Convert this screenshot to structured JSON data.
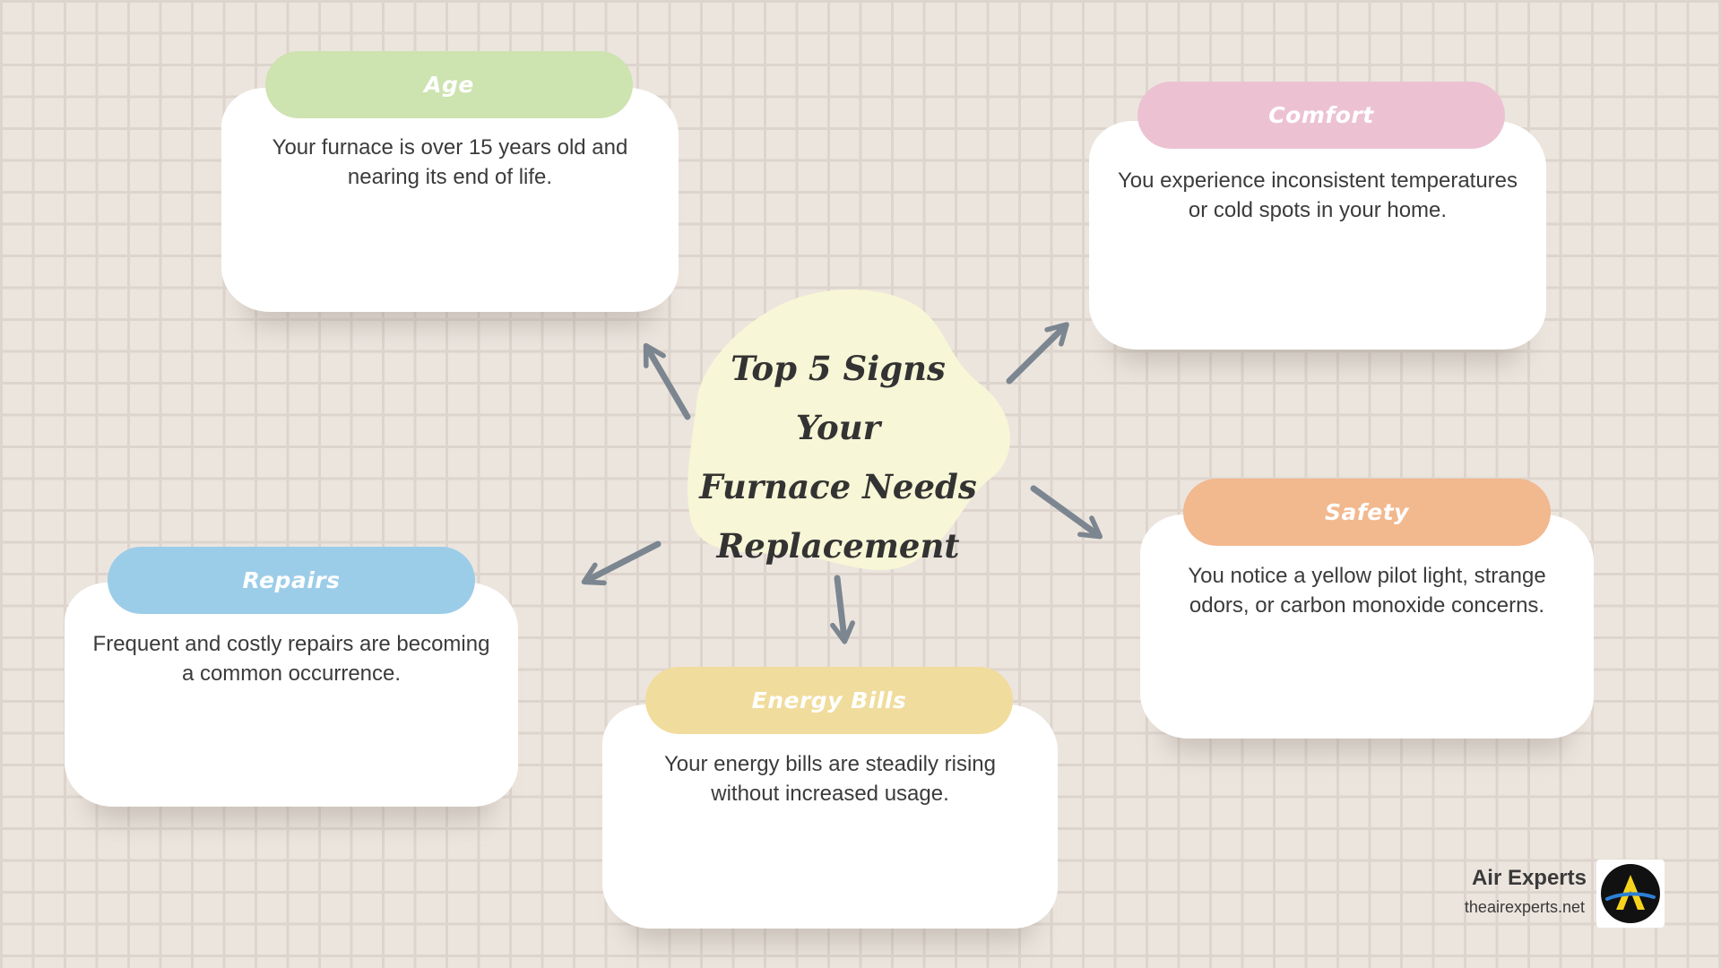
{
  "title": {
    "line1": "Top 5 Signs Your",
    "line2": "Furnace Needs",
    "line3": "Replacement"
  },
  "signs": [
    {
      "heading": "Age",
      "text": "Your furnace is over 15 years old and nearing its end of life.",
      "color": "#cde3b0"
    },
    {
      "heading": "Comfort",
      "text": "You experience inconsistent temperatures or cold spots in your home.",
      "color": "#ecc2d3"
    },
    {
      "heading": "Safety",
      "text": "You notice a yellow pilot light, strange odors, or carbon monoxide concerns.",
      "color": "#f2b88e"
    },
    {
      "heading": "Energy Bills",
      "text": "Your energy bills are steadily rising without increased usage.",
      "color": "#f0dc9c"
    },
    {
      "heading": "Repairs",
      "text": "Frequent and costly repairs are becoming a common occurrence.",
      "color": "#9ccde8"
    }
  ],
  "colors": {
    "background": "#ece5de",
    "grid": "#ddd5cd",
    "center_blob": "#f7f6d6",
    "arrow": "#7c8690",
    "logo_yellow": "#f7d31e"
  },
  "brand": {
    "name": "Air Experts",
    "url": "theairexperts.net",
    "logo_icon": "air-experts-logo"
  }
}
